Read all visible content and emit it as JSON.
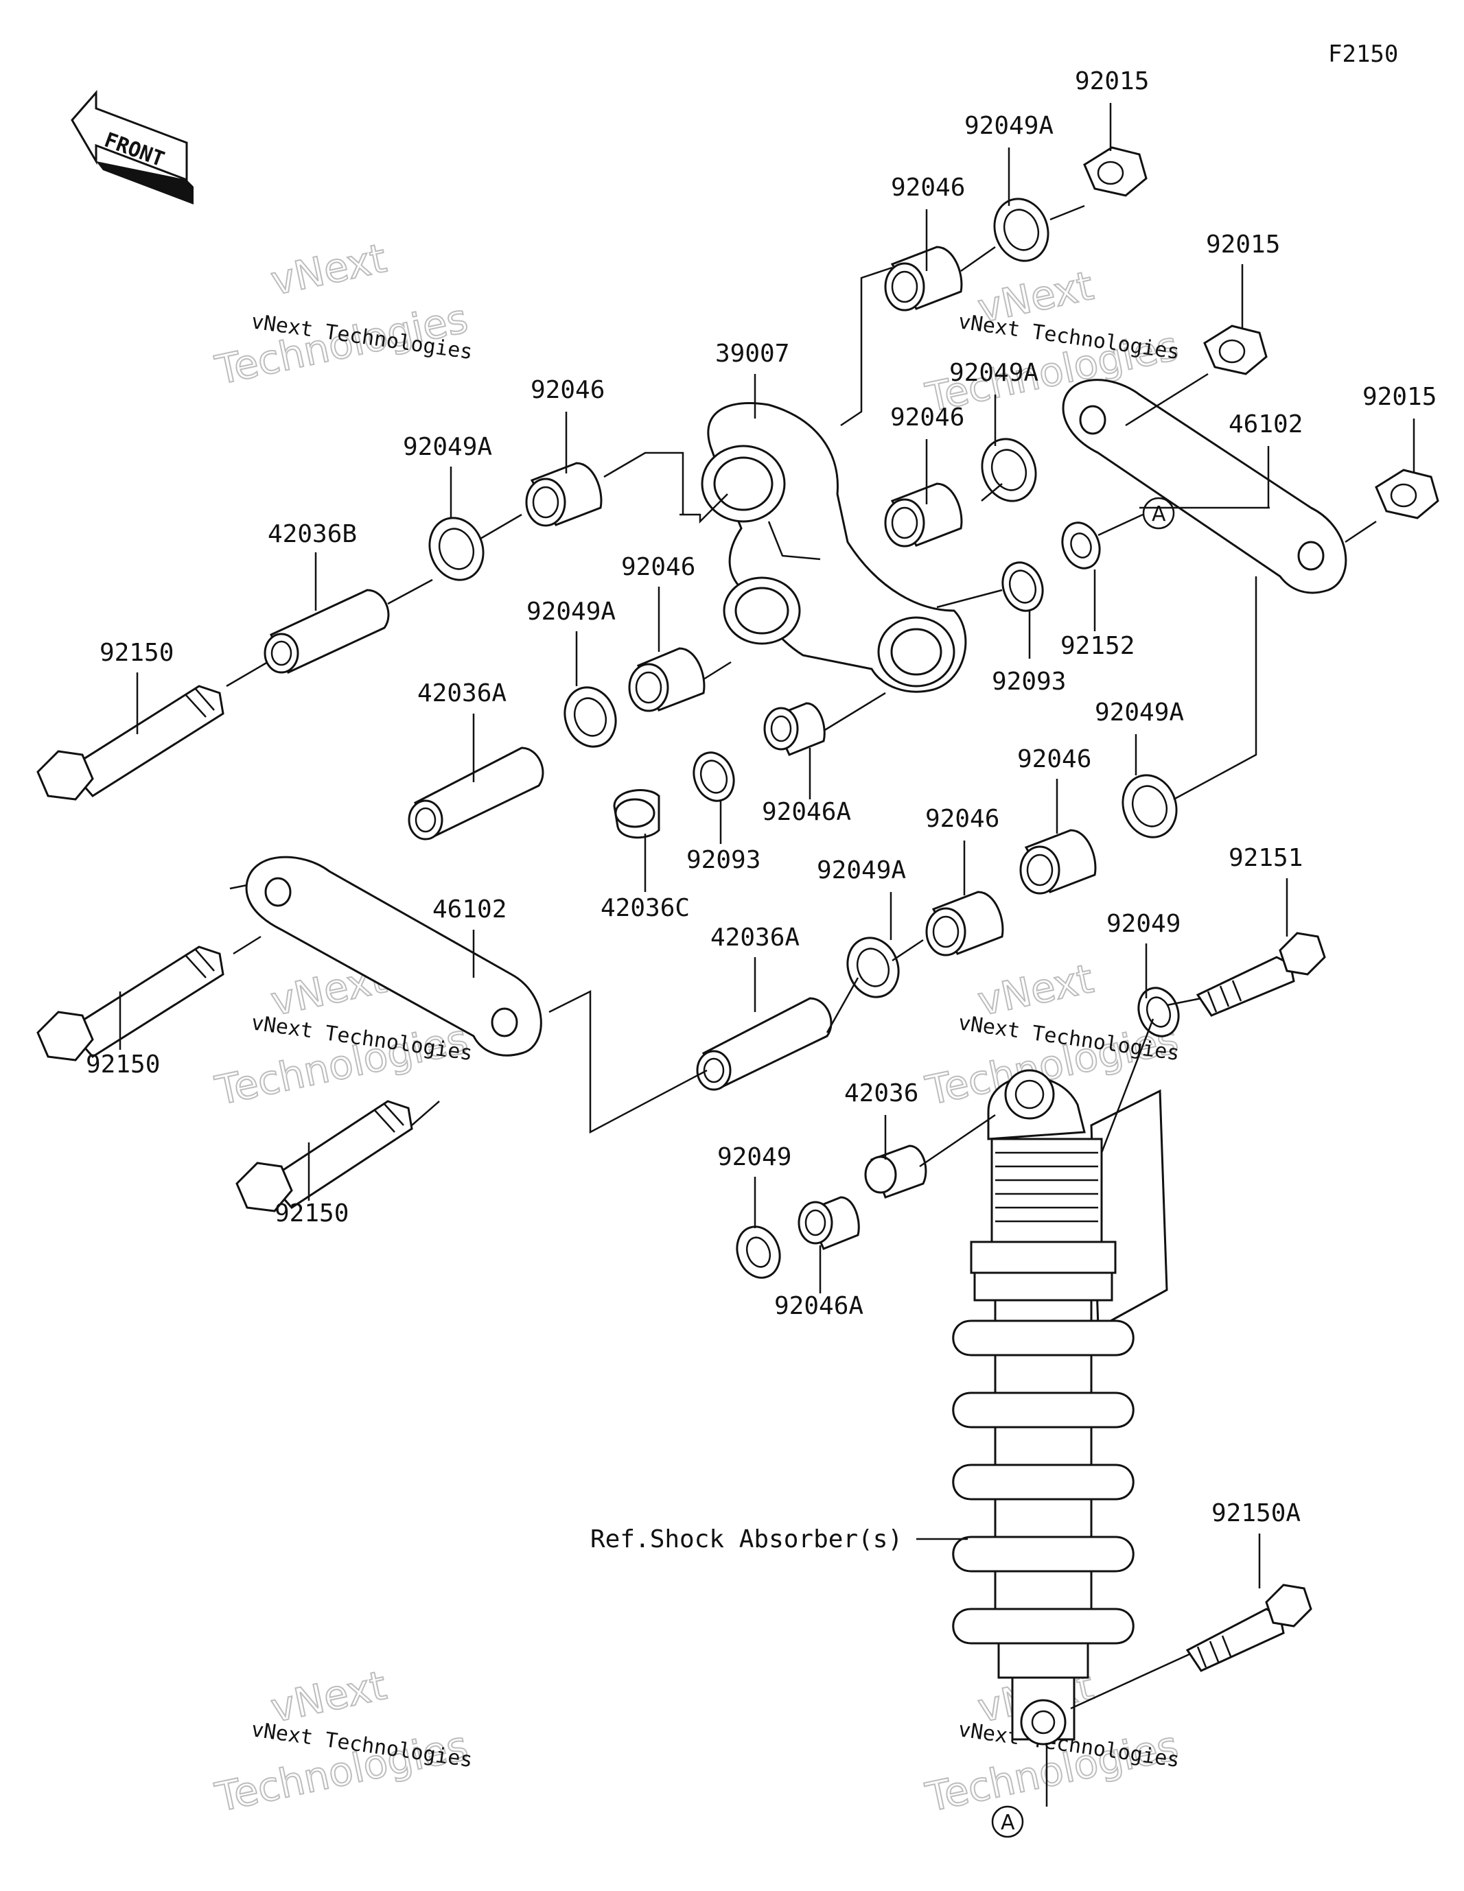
{
  "figure_id": "F2150",
  "front_label": "FRONT",
  "reference_marker": "A",
  "shock_reference": "Ref.Shock Absorber(s)",
  "watermark": {
    "line1": "vNext Technologies",
    "line2": "Technologies",
    "line3": "vNext"
  },
  "part_labels": {
    "p92015_top": "92015",
    "p92049A_top": "92049A",
    "p92046_top": "92046",
    "p92015_mid": "92015",
    "p92015_right": "92015",
    "p39007": "39007",
    "p92049A_mid": "92049A",
    "p92046_mid": "92046",
    "p46102_right": "46102",
    "p92046_left": "92046",
    "p92049A_left": "92049A",
    "p42036B": "42036B",
    "p92150_top": "92150",
    "p92046_center": "92046",
    "p92049A_center": "92049A",
    "p92152": "92152",
    "p92093_right": "92093",
    "p42036A_left": "42036A",
    "p92049A_lowright": "92049A",
    "p92046_lowright": "92046",
    "p92046A_mid": "92046A",
    "p92093_mid": "92093",
    "p42036C": "42036C",
    "p92046_low": "92046",
    "p92049A_low": "92049A",
    "p46102_left": "46102",
    "p42036A_low": "42036A",
    "p92151": "92151",
    "p92049_right": "92049",
    "p92150_mid": "92150",
    "p92150_low": "92150",
    "p42036": "42036",
    "p92049_low": "92049",
    "p92046A_low": "92046A",
    "p92150A": "92150A"
  }
}
